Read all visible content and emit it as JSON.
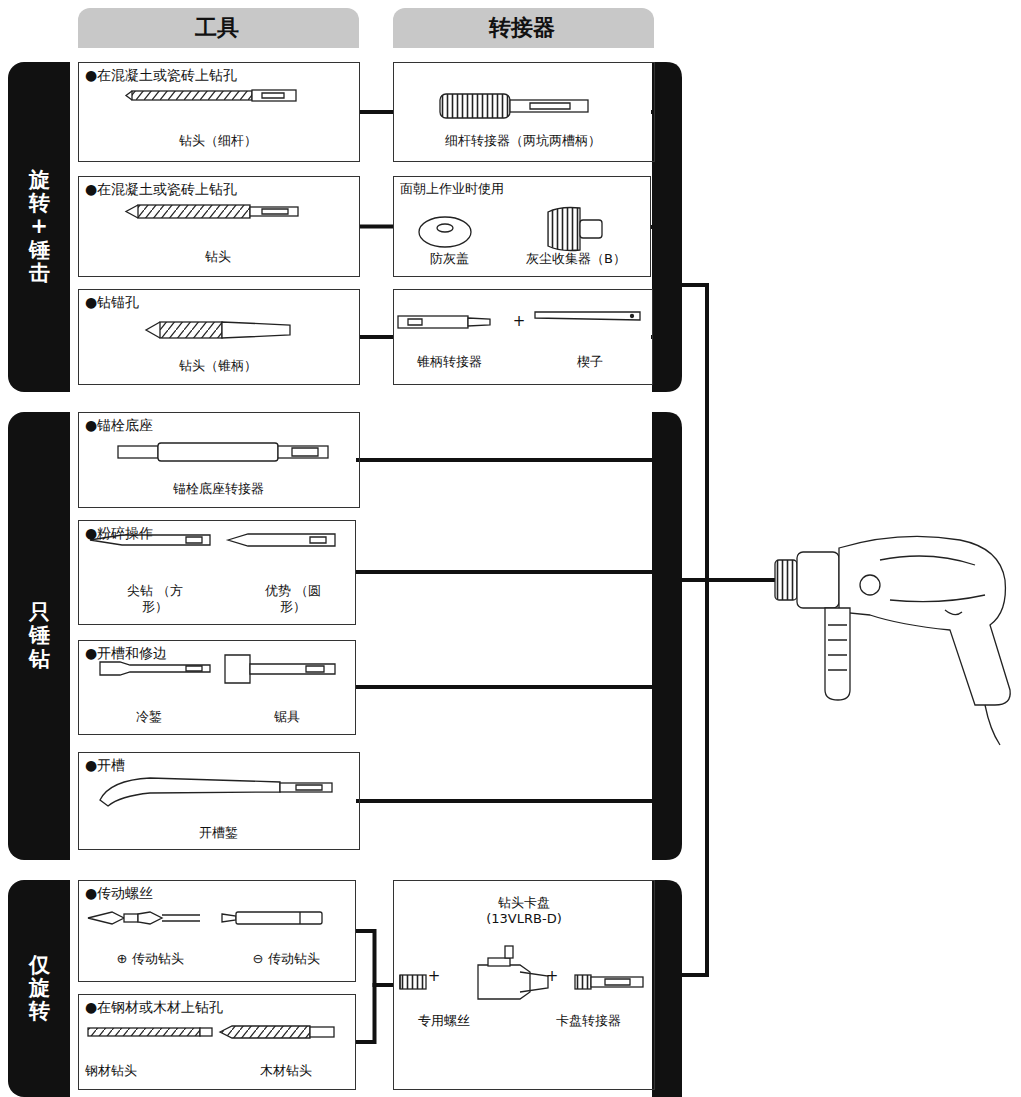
{
  "diagram": {
    "nodes": [
      {
        "text": [
          "工具"
        ]
      },
      {
        "text": [
          "转接器"
        ]
      },
      {
        "text": [
          "旋转 + 锤击"
        ]
      },
      {
        "text": [
          "●在混凝土或瓷砖上钻孔",
          "钻头（细杆）"
        ]
      },
      {
        "text": [
          "细杆转接器（两坑两槽柄）"
        ]
      },
      {
        "text": [
          "●在混凝土或瓷砖上钻孔",
          "钻头"
        ]
      },
      {
        "text": [
          "面朝上作业时使用",
          "防灰盖",
          "灰尘收集器（B）"
        ]
      },
      {
        "text": [
          "●钻锚孔",
          "钻头（锥柄）"
        ]
      },
      {
        "text": [
          "锥柄转接器",
          "+",
          "楔子"
        ]
      },
      {
        "text": [
          "只锤钻"
        ]
      },
      {
        "text": [
          "●锚栓底座",
          "锚栓底座转接器"
        ]
      },
      {
        "text": [
          "●粉碎操作",
          "尖钻 （方形）",
          "优势 （圆形）"
        ]
      },
      {
        "text": [
          "●开槽和修边",
          "冷錾",
          "锯具"
        ]
      },
      {
        "text": [
          "●开槽",
          "开槽錾"
        ]
      },
      {
        "text": [
          "仅旋转"
        ]
      },
      {
        "text": [
          "●传动螺丝",
          "⊕ 传动钻头",
          "⊖ 传动钻头"
        ]
      },
      {
        "text": [
          "●在钢材或木材上钻孔",
          "钢材钻头",
          "木材钻头"
        ]
      },
      {
        "text": [
          "钻头卡盘 (13VLRB-D)",
          "+",
          "+",
          "专用螺丝",
          "卡盘转接器"
        ]
      }
    ],
    "edges": [
      {
        "from": 3,
        "to": 4,
        "arrow": "none"
      },
      {
        "from": 5,
        "to": 6,
        "arrow": "none"
      },
      {
        "from": 7,
        "to": 8,
        "arrow": "none"
      },
      {
        "from": 15,
        "to": 17,
        "arrow": "none"
      },
      {
        "from": 16,
        "to": 17,
        "arrow": "none"
      }
    ]
  }
}
